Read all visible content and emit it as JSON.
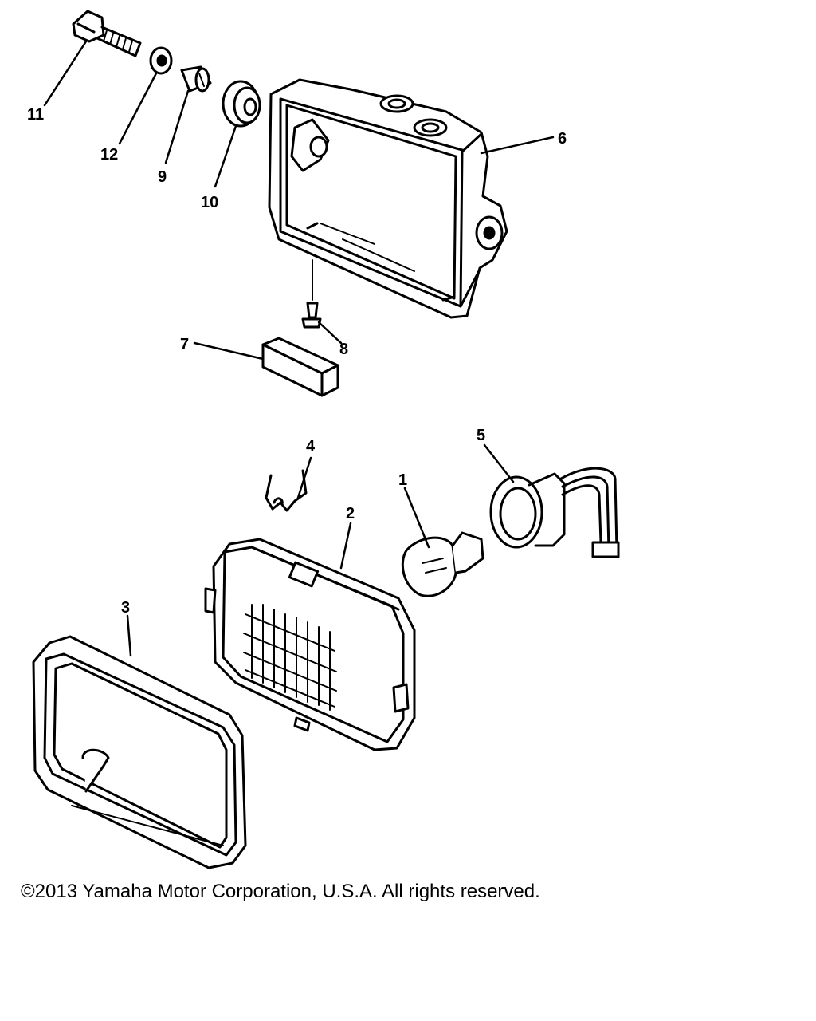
{
  "labels": {
    "p1": "1",
    "p2": "2",
    "p3": "3",
    "p4": "4",
    "p5": "5",
    "p6": "6",
    "p7": "7",
    "p8": "8",
    "p9": "9",
    "p10": "10",
    "p11": "11",
    "p12": "12"
  },
  "footer": {
    "copyright": "©2013 Yamaha Motor Corporation, U.S.A. All rights reserved."
  }
}
